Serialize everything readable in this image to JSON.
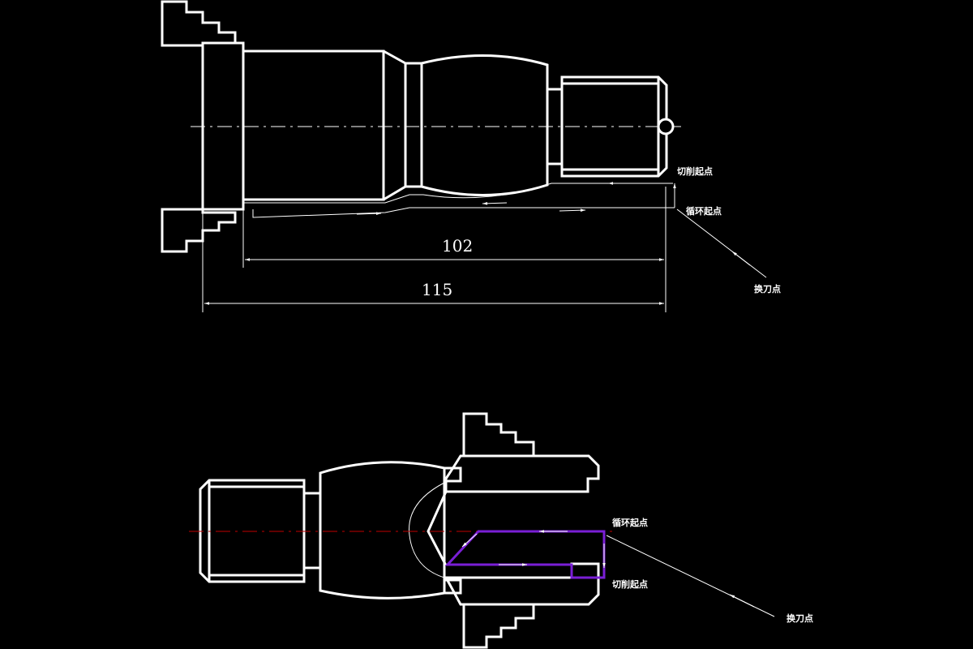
{
  "drawing_top": {
    "dimensions": {
      "inner": "102",
      "outer": "115"
    },
    "labels": {
      "cut_start": "切削起点",
      "cycle_start": "循环起点",
      "tool_change": "换刀点"
    }
  },
  "drawing_bottom": {
    "labels": {
      "cycle_start": "循环起点",
      "cut_start": "切削起点",
      "tool_change": "换刀点"
    }
  },
  "colors": {
    "background": "#000000",
    "line": "#ffffff",
    "hatch": "#27c9c9",
    "tool_path": "#7a1fd6",
    "centerline": "#c00000"
  }
}
